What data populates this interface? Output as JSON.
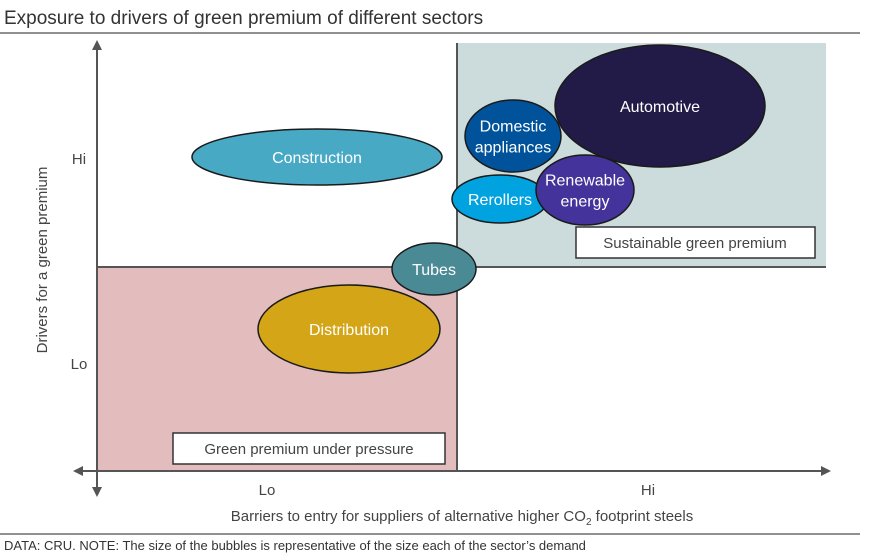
{
  "title": "Exposure to drivers of green premium of different sectors",
  "y_axis": {
    "label": "Drivers for a green premium",
    "hi": "Hi",
    "lo": "Lo"
  },
  "x_axis": {
    "label_pre": "Barriers to entry for suppliers of alternative higher CO",
    "label_sub": "2",
    "label_post": " footprint steels",
    "lo": "Lo",
    "hi": "Hi"
  },
  "quadrants": {
    "top_right": {
      "label": "Sustainable green premium",
      "color": "#ccdbdc"
    },
    "bottom_left": {
      "label": "Green premium under pressure",
      "color": "#e3bcbe"
    }
  },
  "bubbles": [
    {
      "id": "construction",
      "lines": [
        "Construction"
      ],
      "color": "#48a9c5"
    },
    {
      "id": "automotive",
      "lines": [
        "Automotive"
      ],
      "color": "#221a47"
    },
    {
      "id": "domestic",
      "lines": [
        "Domestic",
        "appliances"
      ],
      "color": "#00539b"
    },
    {
      "id": "rerollers",
      "lines": [
        "Rerollers"
      ],
      "color": "#00a3e0"
    },
    {
      "id": "renewable",
      "lines": [
        "Renewable",
        "energy"
      ],
      "color": "#44339a"
    },
    {
      "id": "distribution",
      "lines": [
        "Distribution"
      ],
      "color": "#d4a517"
    },
    {
      "id": "tubes",
      "lines": [
        "Tubes"
      ],
      "color": "#4a8a94"
    }
  ],
  "footer": "DATA: CRU. NOTE: The size of the bubbles is representative of the size each of the sector’s demand"
}
